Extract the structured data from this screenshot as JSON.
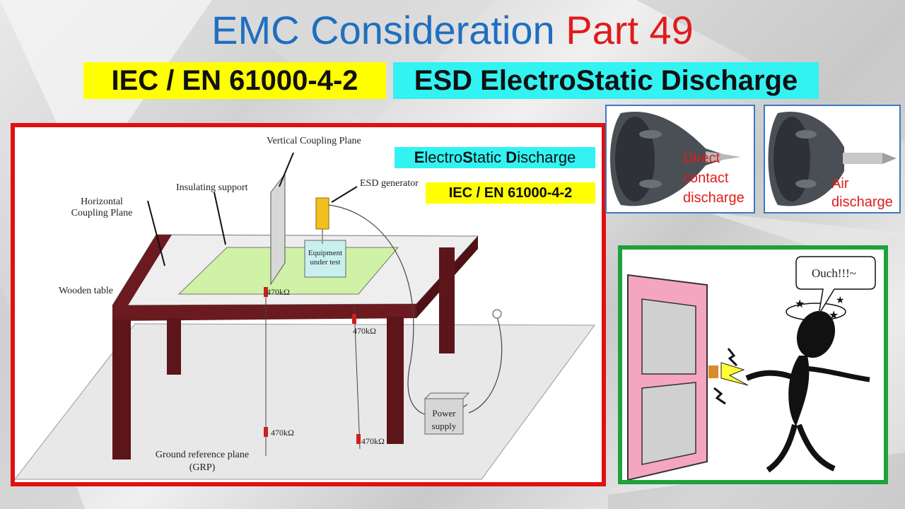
{
  "title": {
    "part1": "EMC Consideration",
    "part2": "Part 49"
  },
  "subtitle": {
    "left": "IEC / EN 61000-4-2",
    "right": "ESD ElectroStatic Discharge"
  },
  "diagram": {
    "labels": {
      "vertical_plane": "Vertical Coupling Plane",
      "insulating": "Insulating support",
      "esd_gen": "ESD generator",
      "horizontal_1": "Horizontal",
      "horizontal_2": "Coupling Plane",
      "wooden": "Wooden table",
      "eut_1": "Equipment",
      "eut_2": "under test",
      "r1": "470kΩ",
      "r2": "470kΩ",
      "r3": "470kΩ",
      "r4": "470kΩ",
      "power_1": "Power",
      "power_2": "supply",
      "grp_1": "Ground reference plane",
      "grp_2": "(GRP)"
    },
    "tag_esd": {
      "e": "E",
      "lectro": "lectro",
      "s": "S",
      "tatic": "tatic ",
      "d": "D",
      "ischarge": "ischarge"
    },
    "tag_iec": "IEC / EN 61000-4-2"
  },
  "photos": {
    "contact": {
      "line1": "Direct",
      "line2": "contact",
      "line3": "discharge"
    },
    "air": {
      "line1": "Air",
      "line2": "discharge"
    }
  },
  "cartoon": {
    "speech": "Ouch!!!~"
  },
  "colors": {
    "title_blue": "#1f6fc0",
    "title_red": "#e01b1b",
    "highlight_yellow": "#ffff00",
    "highlight_cyan": "#33f2f2",
    "frame_red": "#e11010",
    "frame_green": "#1ca23a",
    "table_brown": "#6b1a1f"
  }
}
